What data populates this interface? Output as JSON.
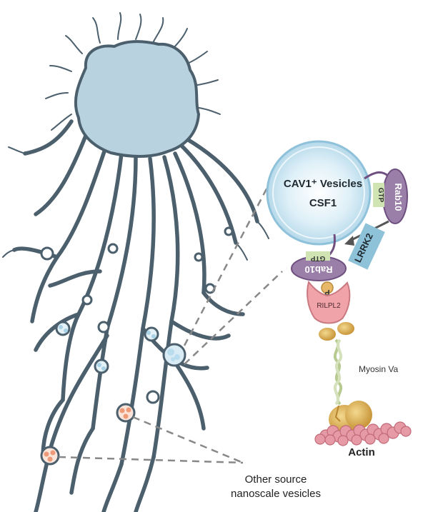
{
  "labels": {
    "vesicle_title": "CAV1⁺ Vesicles",
    "vesicle_cargo": "CSF1",
    "rab10_top": "Rab10",
    "gtp_top": "GTP",
    "lrrk2": "LRRK2",
    "rab10_bottom": "Rab10",
    "gtp_bottom": "GTP",
    "phospho": "P",
    "rilpl2": "RILPL2",
    "myosin": "Myosin Va",
    "actin": "Actin",
    "other_line1": "Other source",
    "other_line2": "nanoscale vesicles"
  },
  "colors": {
    "cell_fill": "#b8d3df",
    "cell_stroke": "#4b5f6d",
    "vesicle_fill": "#cfe7f3",
    "rab10_fill": "#9a7fa8",
    "gtp_fill": "#cfe3b3",
    "lrrk2_fill": "#8ec2d8",
    "rilpl2_fill": "#f0a3a8",
    "phospho_fill": "#e8b86a",
    "myosin_gold": "#d8ad55",
    "myosin_green": "#c6d7a4",
    "actin_fill": "#e69aa6",
    "cargo_orange": "#ee9a78"
  }
}
